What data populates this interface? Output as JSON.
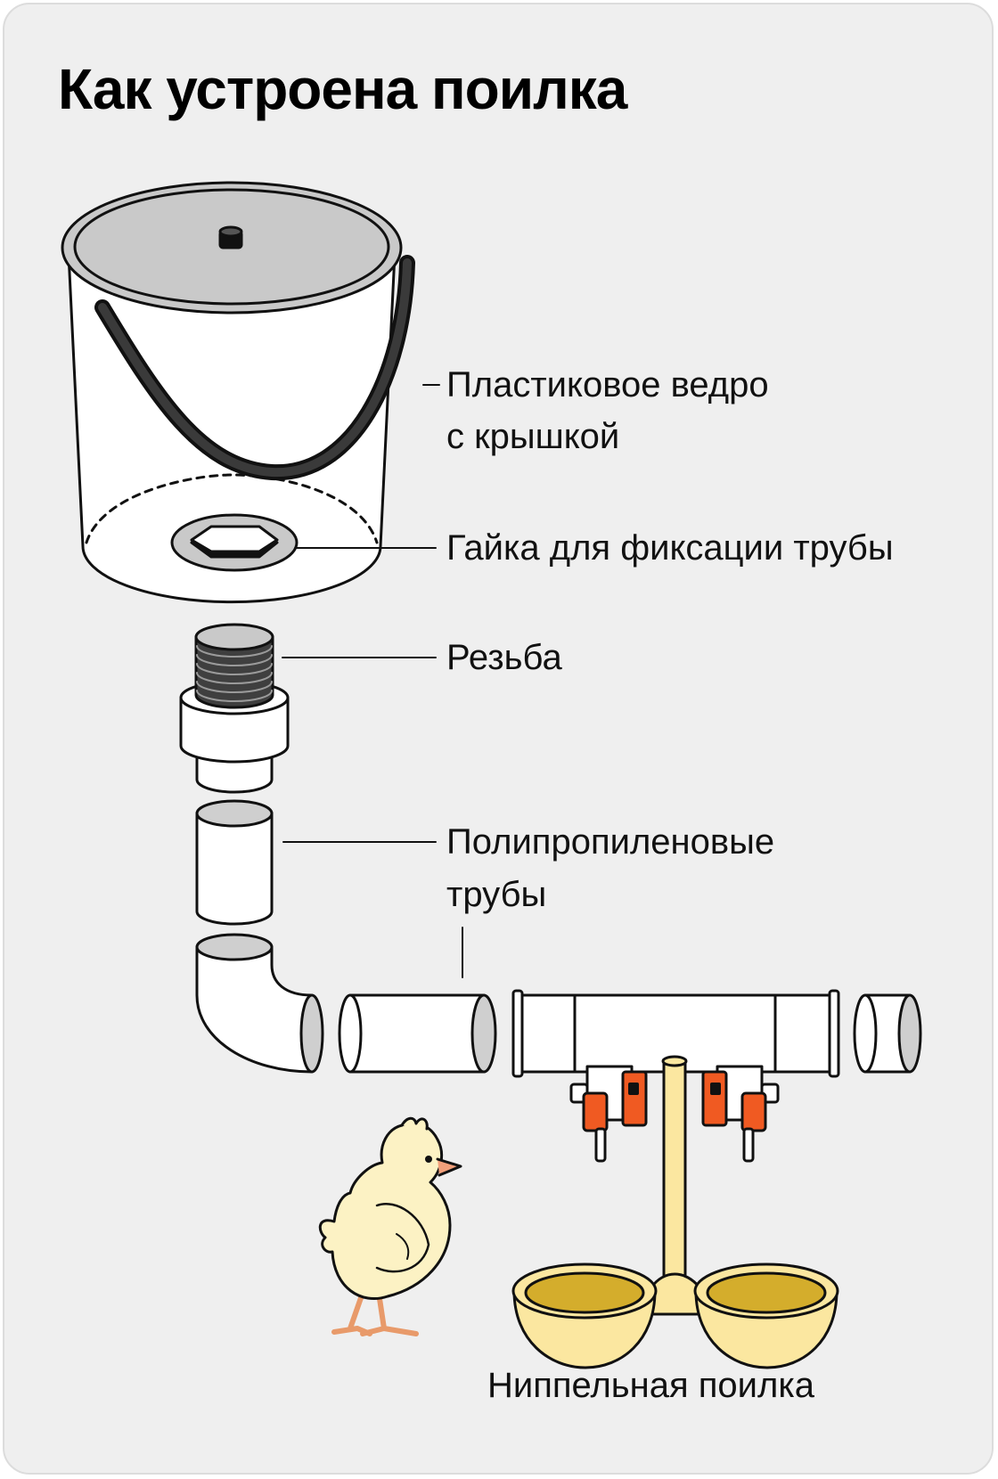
{
  "title": "Как устроена поилка",
  "labels": {
    "bucket_line1": "Пластиковое ведро",
    "bucket_line2": "с крышкой",
    "nut": "Гайка для фиксации трубы",
    "thread": "Резьба",
    "pipes_line1": "Полипропиленовые",
    "pipes_line2": "трубы",
    "drinker": "Ниппельная поилка"
  },
  "colors": {
    "background": "#efefef",
    "outline": "#111111",
    "pipe_fill": "#ffffff",
    "pipe_end": "#cfcfcf",
    "lid": "#c9c9c9",
    "nipple_orange": "#f05a22",
    "cup_yellow": "#fbe7a0",
    "water": "#d4ad2c",
    "chick": "#fcf2c4"
  },
  "icons": [
    "bucket-icon",
    "lock-nut-icon",
    "threaded-adapter-icon",
    "pipe-icon",
    "elbow-pipe-icon",
    "tee-pipe-icon",
    "nipple-icon",
    "drinking-cup-icon",
    "chick-icon"
  ]
}
